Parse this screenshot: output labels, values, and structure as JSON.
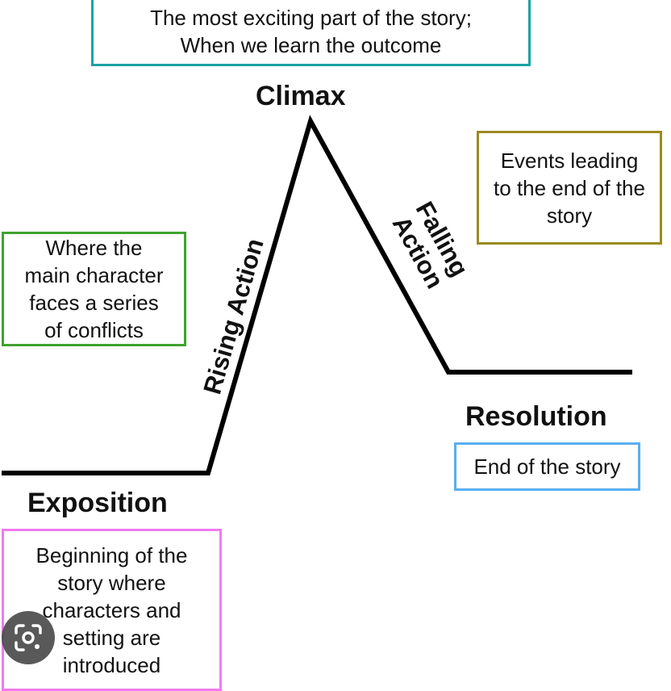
{
  "stages": {
    "climax": "Climax",
    "exposition": "Exposition",
    "resolution": "Resolution",
    "rising_action": "Rising Action",
    "falling_action_line1": "Falling",
    "falling_action_line2": "Action"
  },
  "descriptions": {
    "climax_line1": "The most exciting part of the story;",
    "climax_line2": "When we learn the outcome",
    "falling_line1": "Events leading",
    "falling_line2": "to the end of the",
    "falling_line3": "story",
    "rising_line1": "Where the",
    "rising_line2": "main character",
    "rising_line3": "faces a series",
    "rising_line4": "of conflicts",
    "resolution": "End of the story",
    "exposition_line1": "Beginning of the",
    "exposition_line2": "story where",
    "exposition_line3": "characters and",
    "exposition_line4": "setting are",
    "exposition_line5": "introduced"
  },
  "colors": {
    "climax_box": "#1aa3a3",
    "falling_box": "#9c8a1f",
    "rising_box": "#3fa22e",
    "resolution_box": "#5aaef0",
    "exposition_box": "#f07bf0",
    "plot_line": "#000000"
  },
  "icons": {
    "overlay_button": "lens-search-icon"
  }
}
